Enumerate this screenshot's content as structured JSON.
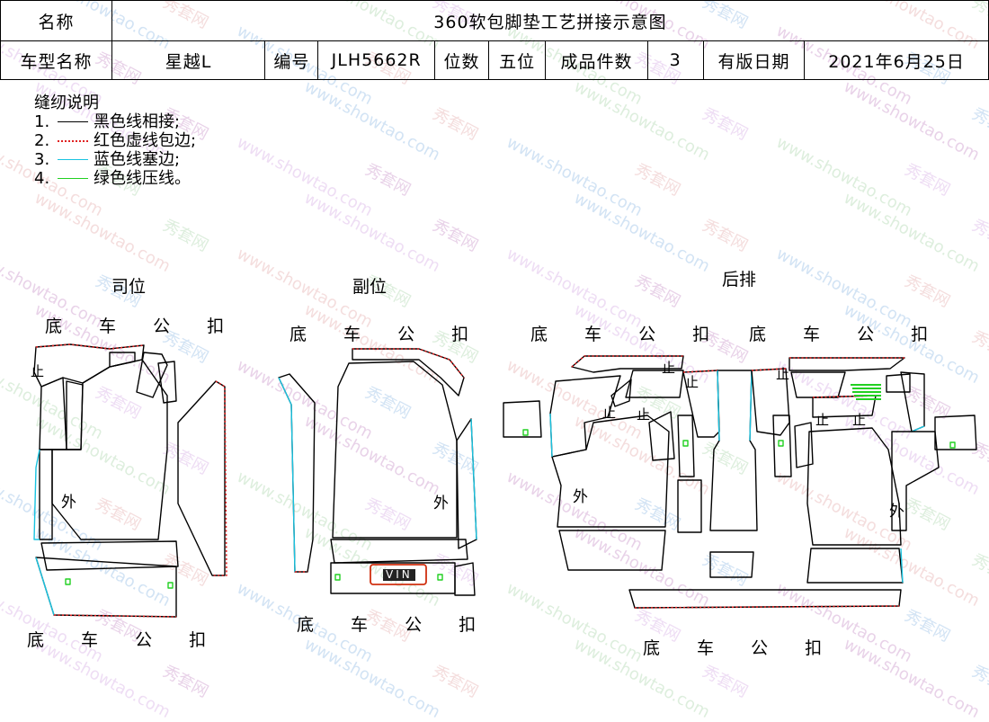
{
  "header": {
    "name_label": "名称",
    "title": "360软包脚垫工艺拼接示意图",
    "model_label": "车型名称",
    "model_value": "星越L",
    "code_label": "编号",
    "code_value": "JLH5662R",
    "seats_label": "位数",
    "seats_value": "五位",
    "count_label": "成品件数",
    "count_value": "3",
    "date_label": "有版日期",
    "date_value": "2021年6月25日"
  },
  "legend": {
    "title": "缝纫说明",
    "items": [
      {
        "num": "1.",
        "text": "黑色线相接;",
        "color": "#000000",
        "style": "solid"
      },
      {
        "num": "2.",
        "text": "红色虚线包边;",
        "color": "#e02020",
        "style": "dotted"
      },
      {
        "num": "3.",
        "text": "蓝色线塞边;",
        "color": "#19c3e0",
        "style": "solid"
      },
      {
        "num": "4.",
        "text": "绿色线压线。",
        "color": "#22d022",
        "style": "solid"
      }
    ]
  },
  "sections": {
    "driver": "司位",
    "passenger": "副位",
    "rear": "后排"
  },
  "edge_label": "底 车 公 扣",
  "piece_labels": {
    "outer": "外",
    "stop": "止",
    "vin": "VIN"
  },
  "watermark": {
    "brand": "秀套网",
    "url": "www.showtao.com"
  },
  "colors": {
    "black_line": "#000000",
    "red_dotted": "#e02020",
    "blue_edge": "#19c3e0",
    "green_press": "#22d022",
    "vin_frame": "#d03010"
  }
}
